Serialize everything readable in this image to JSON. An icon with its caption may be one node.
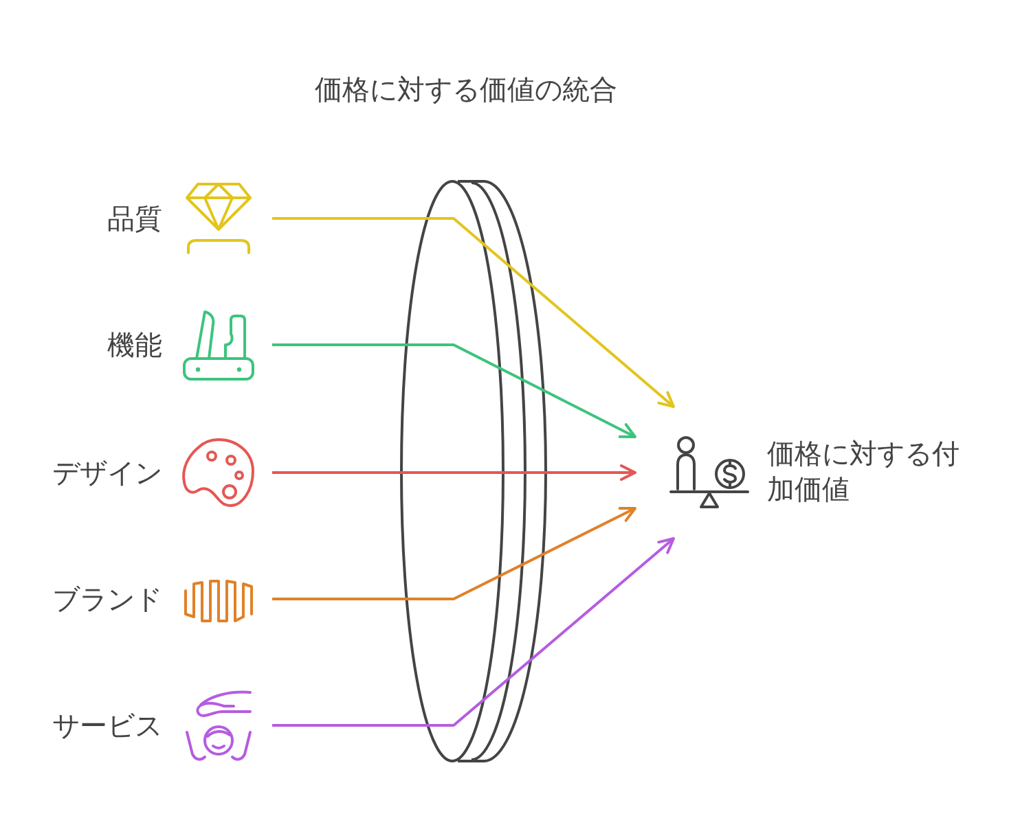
{
  "diagram": {
    "title": "価格に対する価値の統合",
    "nodes": [
      {
        "text": [
          "品質"
        ]
      },
      {
        "text": [
          "機能"
        ]
      },
      {
        "text": [
          "デザイン"
        ]
      },
      {
        "text": [
          "ブランド"
        ]
      },
      {
        "text": [
          "サービス"
        ]
      },
      {
        "text": [
          "価格に対する付加価値"
        ]
      }
    ],
    "edges": [
      {
        "from": 0,
        "to": 5,
        "arrow": "to",
        "color": "#e2c51c"
      },
      {
        "from": 1,
        "to": 5,
        "arrow": "to",
        "color": "#3cc47c"
      },
      {
        "from": 2,
        "to": 5,
        "arrow": "to",
        "color": "#e55753"
      },
      {
        "from": 3,
        "to": 5,
        "arrow": "to",
        "color": "#e08128"
      },
      {
        "from": 4,
        "to": 5,
        "arrow": "to",
        "color": "#b65ce0"
      }
    ]
  }
}
